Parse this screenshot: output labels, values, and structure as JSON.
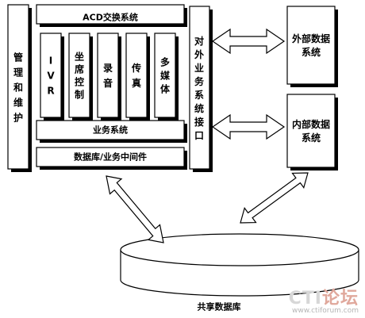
{
  "diagram": {
    "boxes": {
      "mgmt": "管理和维护",
      "acd": "ACD交换系统",
      "ivr": "IVR",
      "agent": "坐席控制",
      "record": "录音",
      "fax": "传真",
      "media": "多媒体",
      "business": "业务系统",
      "middleware": "数据库/业务中间件",
      "interface": "对外业务系统接口",
      "external": "外部数据系统",
      "internal": "内部数据系统",
      "shared_db": "共享数据库"
    }
  },
  "watermark": {
    "logo_prefix": "CTI",
    "logo_suffix": "论坛",
    "url": "www.ctiforum.com"
  },
  "colors": {
    "stroke": "#000000",
    "shadow": "#000000",
    "fill": "#ffffff",
    "watermark": "#c9c9c9"
  }
}
